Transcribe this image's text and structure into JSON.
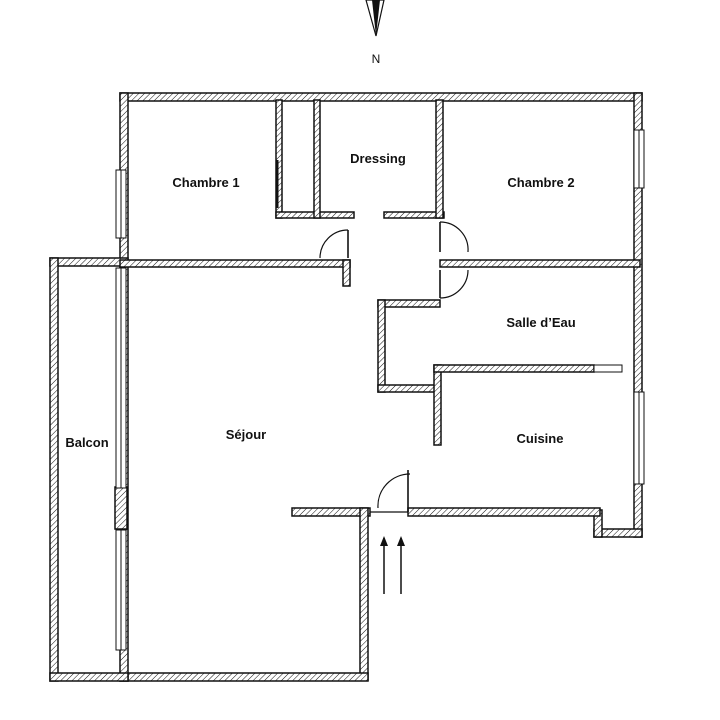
{
  "compass": {
    "label": "N"
  },
  "rooms": {
    "chambre1": "Chambre 1",
    "dressing": "Dressing",
    "chambre2": "Chambre 2",
    "salle_eau": "Salle d’Eau",
    "sejour": "Séjour",
    "cuisine": "Cuisine",
    "balcon": "Balcon"
  },
  "colors": {
    "wall": "#111111",
    "background": "#ffffff"
  }
}
